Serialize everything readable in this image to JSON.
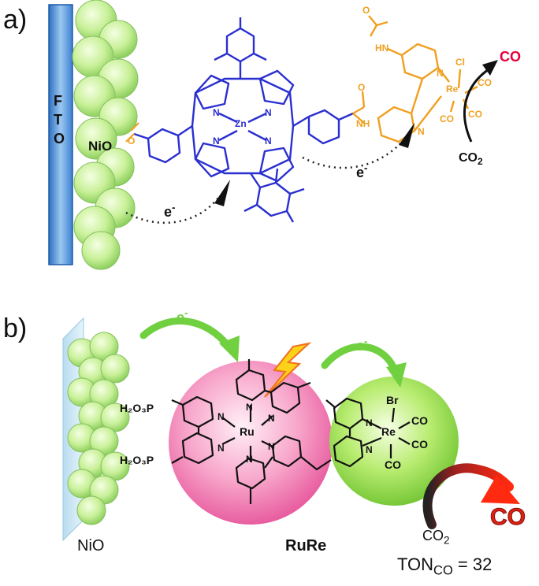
{
  "panel_a": {
    "label": "a)",
    "fto_letters": [
      "F",
      "T",
      "O"
    ],
    "nio": "NiO",
    "zn": "Zn",
    "n": "N",
    "o": "O",
    "h": "H",
    "cl": "Cl",
    "re": "Re",
    "co_ligand": "CO",
    "electron_left": "e",
    "electron_right": "e",
    "electron_sup": "-",
    "co2": "CO",
    "co2_sub": "2",
    "product_co": "CO",
    "colors": {
      "porphyrin": "#2a2fd0",
      "bpy": "#f0a020",
      "product": "#e8003a",
      "glass": "#5a9fe0"
    }
  },
  "panel_b": {
    "label": "b)",
    "nio": "NiO",
    "rure": "RuRe",
    "ru": "Ru",
    "re": "Re",
    "br": "Br",
    "n": "N",
    "co_ligand": "CO",
    "h2o3p": "H₂O₃P",
    "electron": "e",
    "electron_sup": "-",
    "co2": "CO",
    "co2_sub": "2",
    "product_co": "CO",
    "ton_main": "TON",
    "ton_sub": "CO",
    "ton_value": " = 32",
    "colors": {
      "ru_sphere": "#f080b8",
      "re_sphere": "#8cd840",
      "arrow_green": "#70d040",
      "arrow_red": "#e83020"
    }
  }
}
